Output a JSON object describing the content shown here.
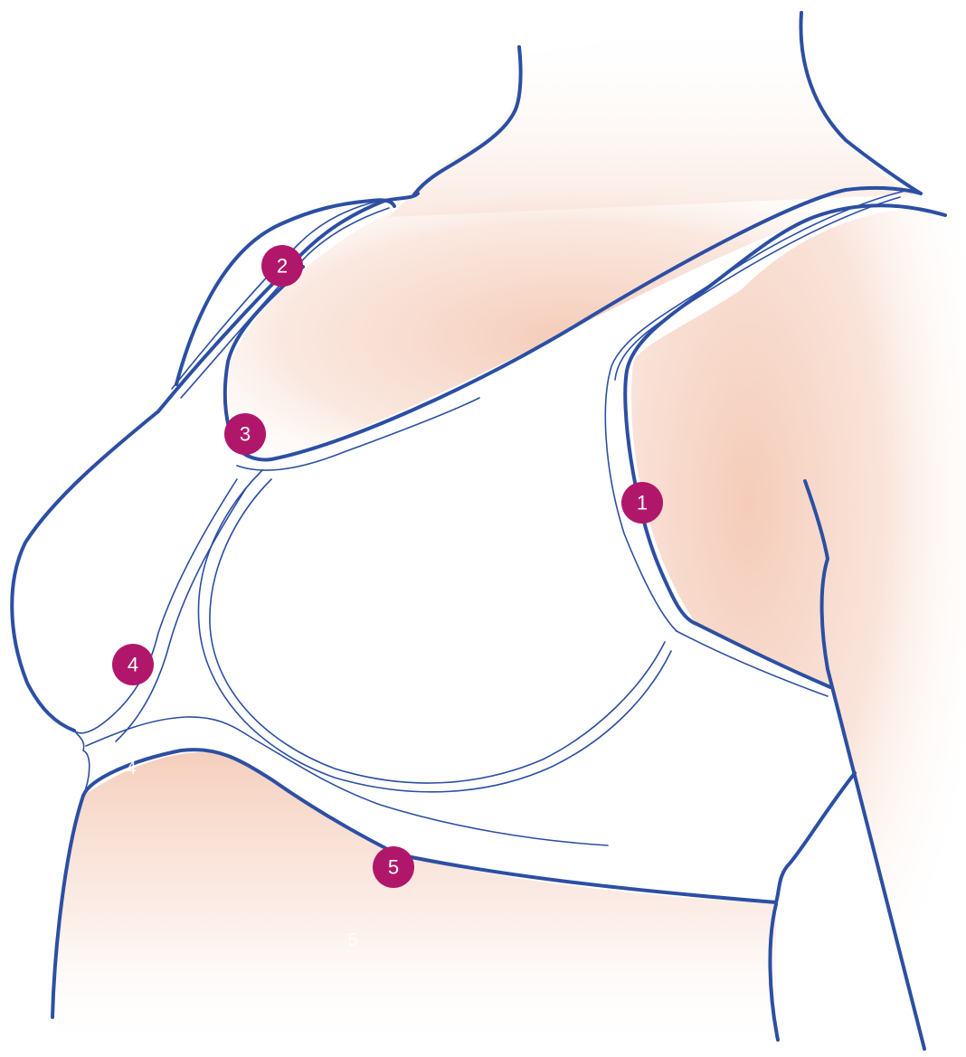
{
  "colors": {
    "outline": "#2c4fa3",
    "skin": "#f6d2c3",
    "marker": "#b0176a",
    "marker_text": "#ffffff"
  },
  "markers": [
    {
      "label": "1"
    },
    {
      "label": "2"
    },
    {
      "label": "3"
    },
    {
      "label": "4"
    },
    {
      "label": "5"
    }
  ],
  "faint_labels": [
    {
      "label": "4"
    },
    {
      "label": "5"
    }
  ]
}
